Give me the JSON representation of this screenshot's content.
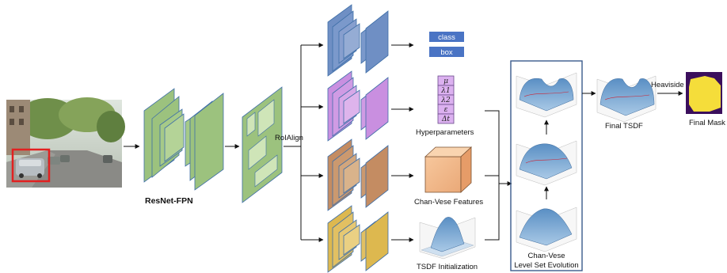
{
  "backbone_label": "ResNet-FPN",
  "roi_label": "RoIAlign",
  "outputs": {
    "class_label": "class",
    "box_label": "box"
  },
  "hyperparameters": {
    "symbols": [
      "μ",
      "λ1",
      "λ2",
      "ε",
      "Δt"
    ],
    "label": "Hyperparameters"
  },
  "features_label": "Chan-Vese Features",
  "tsdf_init_label": "TSDF Initialization",
  "evolution_label_line1": "Chan-Vese",
  "evolution_label_line2": "Level Set Evolution",
  "final_tsdf_label": "Final TSDF",
  "heaviside_label": "Heaviside",
  "final_mask_label": "Final Mask",
  "colors": {
    "blue_head": "#6f8fc4",
    "purple_head": "#c98fe0",
    "brown_head": "#c48c62",
    "yellow_head": "#ddb84f",
    "green_backbone": "#9cc27e",
    "chip_blue": "#4a74c4",
    "evolution_border": "#3a5a8c",
    "surface": "#6d9ccb",
    "red_box": "#e22020"
  },
  "icons": [
    "street-scene-image",
    "arrow-icon",
    "cube-icon",
    "surface-plot-icon",
    "mask-image"
  ]
}
